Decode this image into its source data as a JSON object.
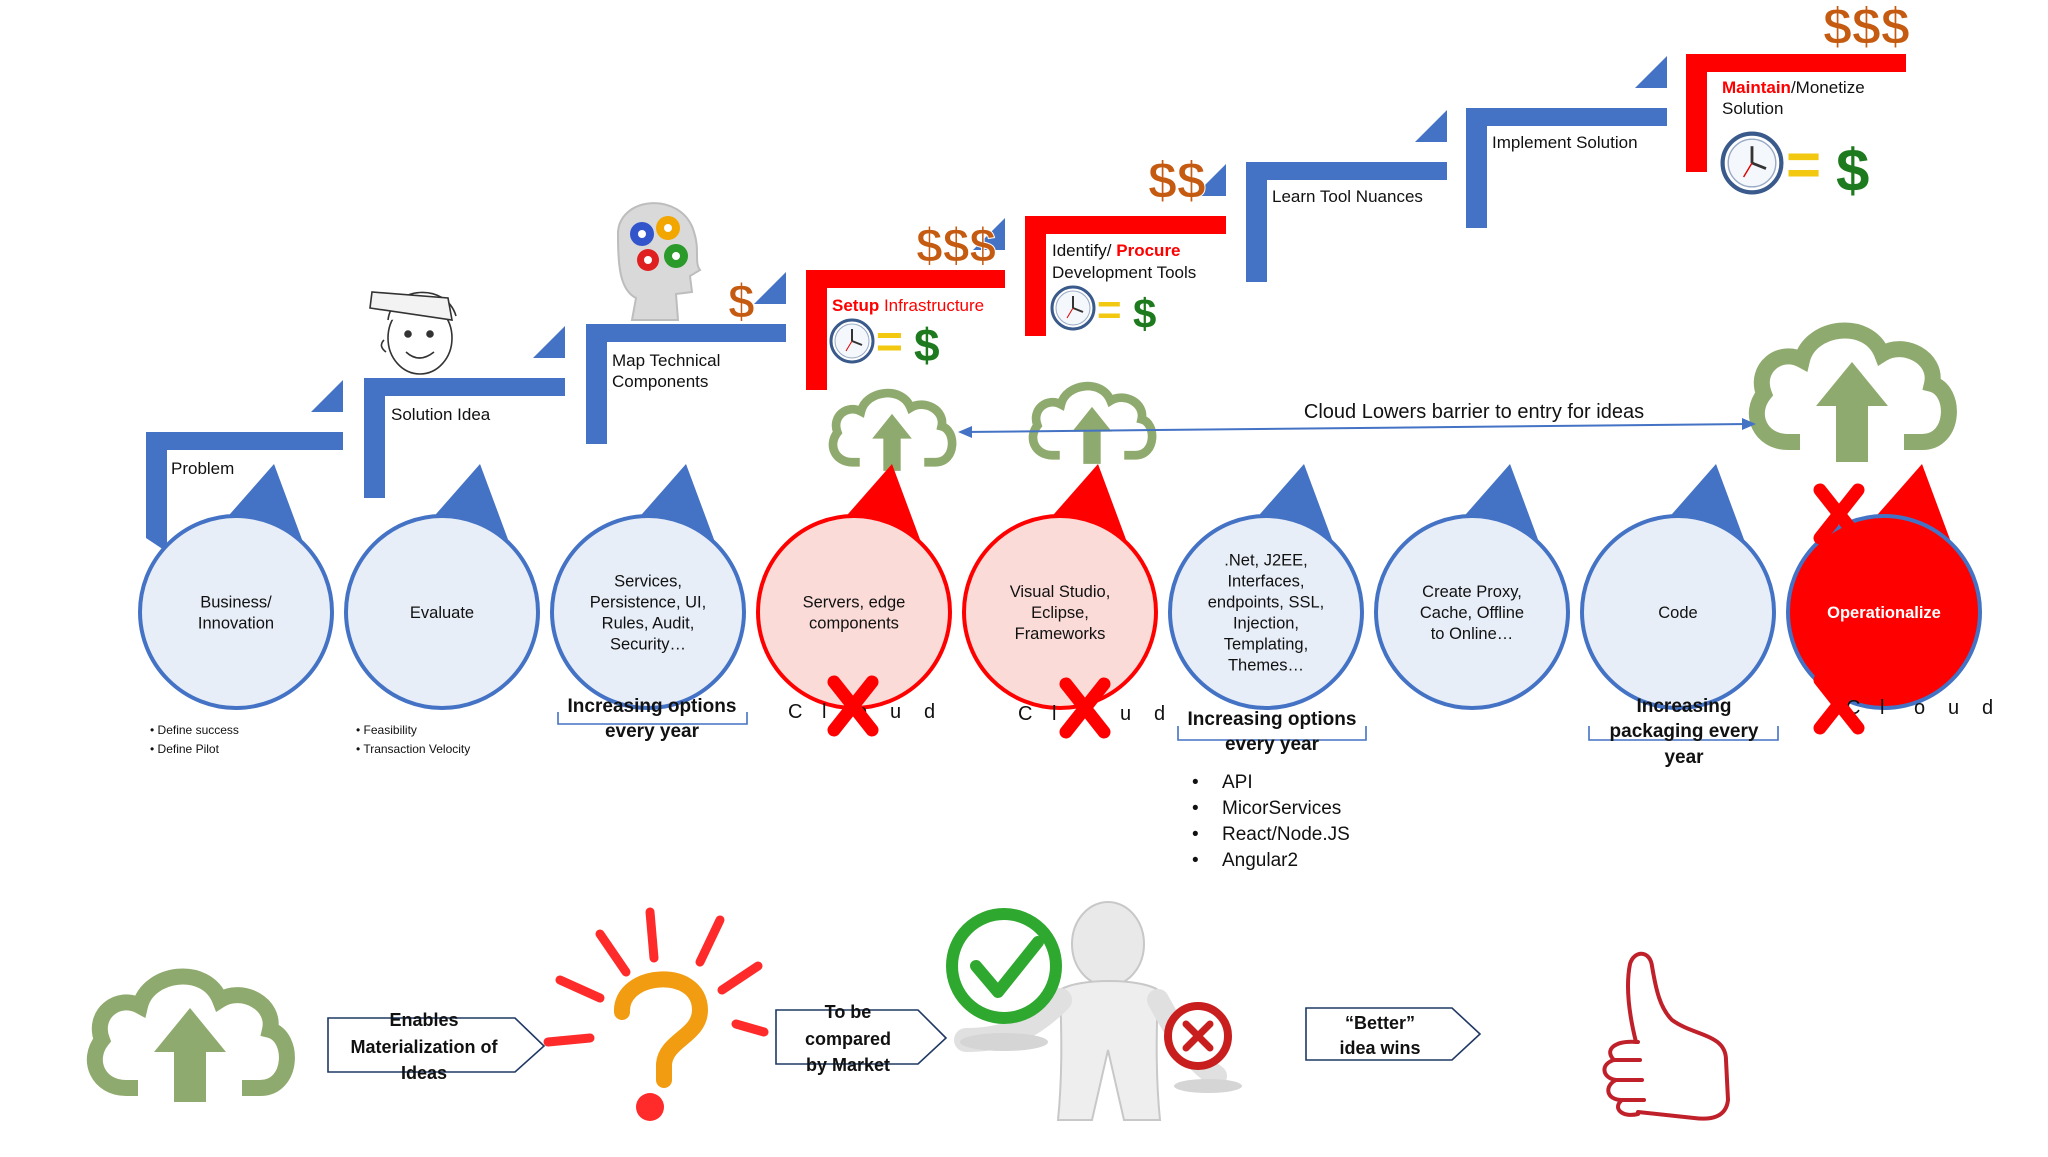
{
  "colors": {
    "blue": "#4472C4",
    "red": "#FF0000",
    "green": "#8FAA6E",
    "circle_fill": "#E8EEF7",
    "circle_red_fill": "#FADBD8",
    "orange": "#C55A11",
    "dark_green": "#1E7A1E",
    "gold": "#F2C811"
  },
  "steps": [
    {
      "label": "Problem"
    },
    {
      "label": "Solution Idea"
    },
    {
      "label": "Map Technical Components",
      "lines": [
        "Map Technical",
        "Components"
      ]
    },
    {
      "highlight": "Setup",
      "rest": " Infrastructure"
    },
    {
      "lines": [
        "Identify/ ",
        "Development Tools"
      ],
      "highlight": "Procure"
    },
    {
      "label": "Learn Tool Nuances"
    },
    {
      "label": "Implement Solution"
    },
    {
      "highlight": "Maintain",
      "rest": "/Monetize",
      "line2": "Solution"
    }
  ],
  "money": {
    "one": "$",
    "two": "$$",
    "three": "$$$",
    "equals": "="
  },
  "cloud_message": "Cloud Lowers barrier to entry for ideas",
  "circles": [
    {
      "lines": [
        "Business/",
        "Innovation"
      ]
    },
    {
      "lines": [
        "Evaluate"
      ]
    },
    {
      "lines": [
        "Services,",
        "Persistence, UI,",
        "Rules, Audit,",
        "Security…"
      ]
    },
    {
      "lines": [
        "Servers, edge",
        "components"
      ]
    },
    {
      "lines": [
        "Visual Studio,",
        "Eclipse,",
        "Frameworks"
      ]
    },
    {
      "lines": [
        ".Net, J2EE,",
        "Interfaces,",
        "endpoints, SSL,",
        "Injection,",
        "Templating,",
        "Themes…"
      ]
    },
    {
      "lines": [
        "Create Proxy,",
        "Cache, Offline",
        "to Online…"
      ]
    },
    {
      "lines": [
        "Code"
      ]
    },
    {
      "lines": [
        "Operationalize"
      ]
    }
  ],
  "circle_notes": {
    "c1": [
      "Define success",
      "Define Pilot"
    ],
    "c2": [
      "Feasibility",
      "Transaction Velocity"
    ]
  },
  "brackets": {
    "b1": [
      "Increasing options",
      "every year"
    ],
    "b2": [
      "Increasing options",
      "every year"
    ],
    "b3": [
      "Increasing",
      "packaging every",
      "year"
    ]
  },
  "cloud_word": [
    "C",
    "l",
    "o",
    "u",
    "d"
  ],
  "tech_list": [
    "API",
    "MicorServices",
    "React/Node.JS",
    "Angular2"
  ],
  "bottom_arrows": {
    "a1": [
      "Enables",
      "Materialization of",
      "Ideas"
    ],
    "a2": [
      "To be",
      "compared",
      "by Market"
    ],
    "a3": [
      "“Better”",
      "idea wins"
    ]
  }
}
